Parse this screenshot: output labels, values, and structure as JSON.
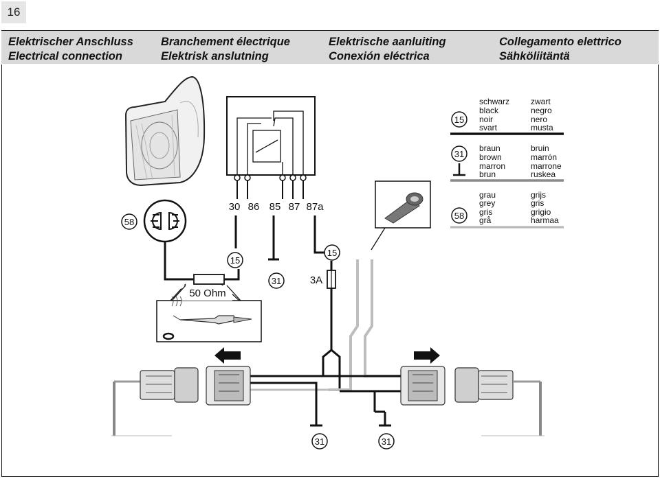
{
  "page_number": "16",
  "header": {
    "col1": [
      "Elektrischer Anschluss",
      "Electrical connection"
    ],
    "col2": [
      "Branchement électrique",
      "Elektrisk anslutning"
    ],
    "col3": [
      "Elektrische aanluiting",
      "Conexión eléctrica"
    ],
    "col4": [
      "Collegamento elettrico",
      "Sähköliitäntä"
    ]
  },
  "relay": {
    "terminals": [
      "30",
      "86",
      "85",
      "87",
      "87a"
    ]
  },
  "labels": {
    "terminal_15_a": "15",
    "terminal_15_b": "15",
    "ground_31_relay": "31",
    "fuse": "3A",
    "resistor": "50 Ohm",
    "lamp_58": "58",
    "ground_31_left": "31",
    "ground_31_right": "31"
  },
  "legend": [
    {
      "code": "15",
      "color": "#111111",
      "col1": [
        "schwarz",
        "black",
        "noir",
        "svart"
      ],
      "col2": [
        "zwart",
        "negro",
        "nero",
        "musta"
      ]
    },
    {
      "code": "31",
      "color": "#7a5a3a",
      "ground_symbol": true,
      "col1": [
        "braun",
        "brown",
        "marron",
        "brun"
      ],
      "col2": [
        "bruin",
        "marrón",
        "marrone",
        "ruskea"
      ]
    },
    {
      "code": "58",
      "color": "#a0a0a0",
      "col1": [
        "grau",
        "grey",
        "gris",
        "grå"
      ],
      "col2": [
        "grijs",
        "gris",
        "grigio",
        "harmaa"
      ]
    }
  ],
  "icons": [
    "headlamp-icon",
    "lamp-symbol-icon",
    "insulation-tape-icon",
    "soldering-iron-icon",
    "left-arrow-icon",
    "right-arrow-icon",
    "connector-icon"
  ]
}
